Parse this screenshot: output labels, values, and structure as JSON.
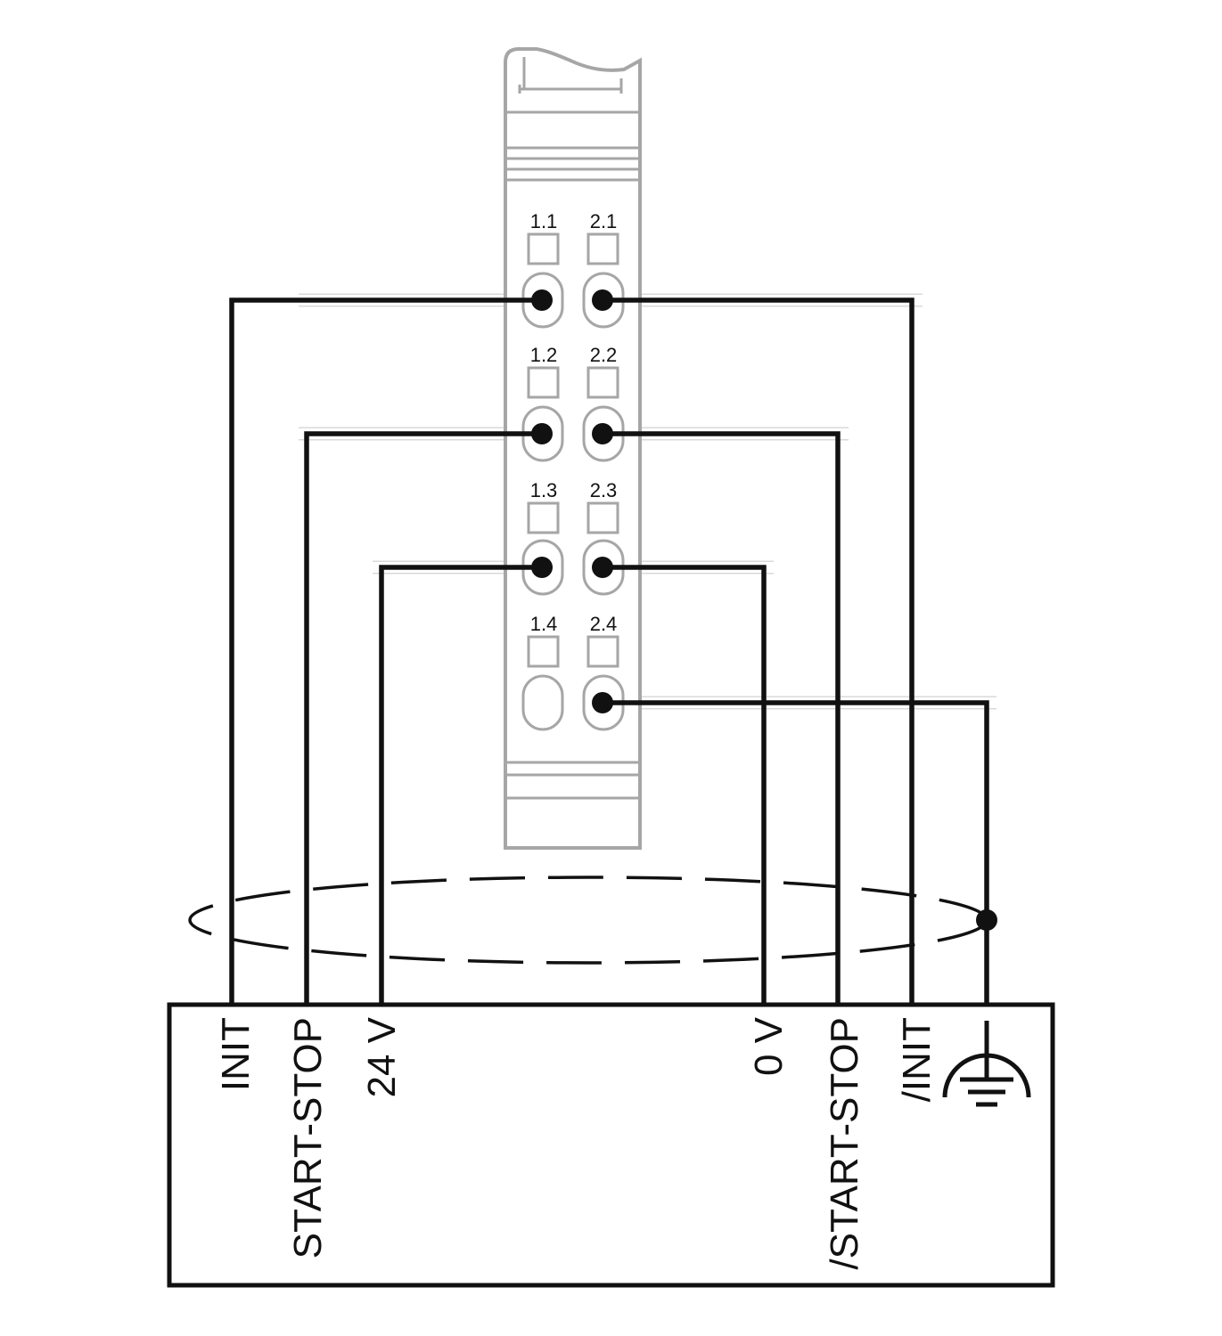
{
  "module": {
    "terminals": [
      {
        "id": "1.1",
        "label": "1.1",
        "connected": true
      },
      {
        "id": "2.1",
        "label": "2.1",
        "connected": true
      },
      {
        "id": "1.2",
        "label": "1.2",
        "connected": true
      },
      {
        "id": "2.2",
        "label": "2.2",
        "connected": true
      },
      {
        "id": "1.3",
        "label": "1.3",
        "connected": true
      },
      {
        "id": "2.3",
        "label": "2.3",
        "connected": true
      },
      {
        "id": "1.4",
        "label": "1.4",
        "connected": false
      },
      {
        "id": "2.4",
        "label": "2.4",
        "connected": true
      }
    ]
  },
  "device": {
    "signals": [
      {
        "id": "init",
        "label": "INIT",
        "terminal": "1.1"
      },
      {
        "id": "start-stop",
        "label": "START-STOP",
        "terminal": "1.2"
      },
      {
        "id": "24v",
        "label": "24 V",
        "terminal": "1.3"
      },
      {
        "id": "0v",
        "label": "0 V",
        "terminal": "2.3"
      },
      {
        "id": "start-stop-inverted",
        "label": "/START-STOP",
        "terminal": "2.2"
      },
      {
        "id": "init-inverted",
        "label": "/INIT",
        "terminal": "2.1"
      }
    ],
    "ground": {
      "icon": "chassis-ground-icon",
      "terminal": "2.4"
    }
  },
  "shield": {
    "style": "dashed",
    "grounded": true
  }
}
